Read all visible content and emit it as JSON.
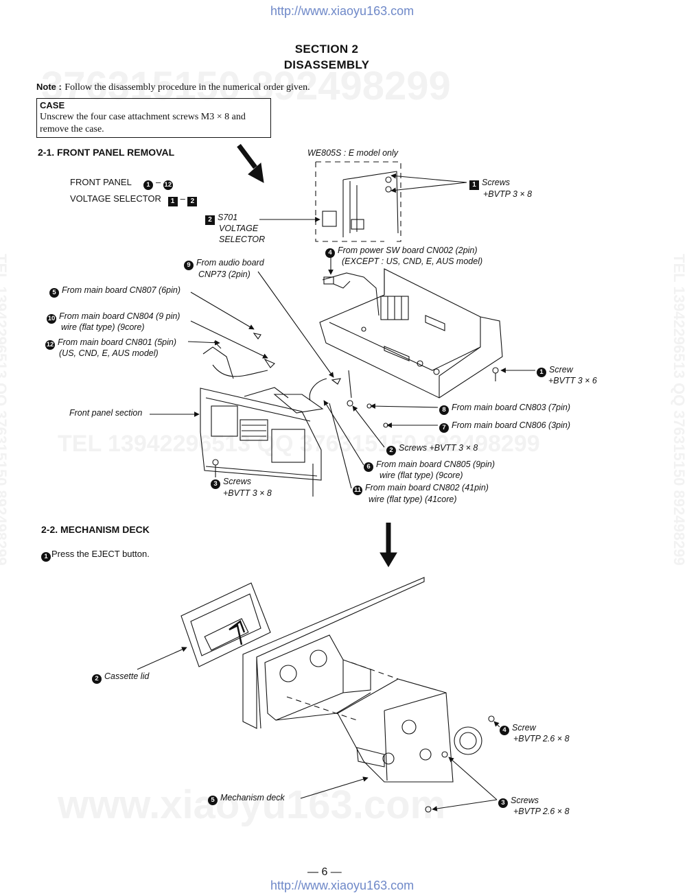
{
  "header_url": "http://www.xiaoyu163.com",
  "footer_url": "http://www.xiaoyu163.com",
  "section": {
    "line1": "SECTION 2",
    "line2": "DISASSEMBLY"
  },
  "note": {
    "label": "Note :",
    "text": "Follow the disassembly procedure in the numerical order given."
  },
  "case": {
    "heading": "CASE",
    "line1": "Unscrew the four case attachment screws M3 × 8 and",
    "line2": "remove the case."
  },
  "watermarks": {
    "top": "376315150   892498299",
    "mid": "TEL 13942296513  QQ 376315150  892498299",
    "side": "TEL 13942296513  QQ 376315150  892498299",
    "bottom": "www.xiaoyu163.com"
  },
  "front_panel": {
    "heading": "2-1. FRONT PANEL REMOVAL",
    "order1_label": "FRONT PANEL",
    "order1_a": "1",
    "order1_dash": "–",
    "order1_b": "12",
    "order2_label": "VOLTAGE SELECTOR",
    "order2_a": "1",
    "order2_dash": "–",
    "order2_b": "2",
    "model_note": "WE805S : E model only",
    "callouts": {
      "c_sq1_num": "1",
      "c_sq1_l1": "Screws",
      "c_sq1_l2": "+BVTP 3 × 8",
      "c_sq2_num": "2",
      "c_sq2_l1": "S701",
      "c_sq2_l2": "VOLTAGE",
      "c_sq2_l3": "SELECTOR",
      "c4_num": "4",
      "c4_l1": "From power SW board CN002 (2pin)",
      "c4_l2": "(EXCEPT : US, CND, E, AUS model)",
      "c9_num": "9",
      "c9_l1": "From audio board",
      "c9_l2": "CNP73 (2pin)",
      "c5_num": "5",
      "c5_l1": "From main board CN807 (6pin)",
      "c10_num": "10",
      "c10_l1": "From main board CN804 (9 pin)",
      "c10_l2": "wire (flat type) (9core)",
      "c12_num": "12",
      "c12_l1": "From main board CN801 (5pin)",
      "c12_l2": "(US, CND, E, AUS model)",
      "c1_num": "1",
      "c1_l1": "Screw",
      "c1_l2": "+BVTT 3 × 6",
      "c8_num": "8",
      "c8_l1": "From main board CN803 (7pin)",
      "c7_num": "7",
      "c7_l1": "From main board CN806 (3pin)",
      "front_section": "Front panel section",
      "c2_num": "2",
      "c2_l1": "Screws +BVTT 3 × 8",
      "c6_num": "6",
      "c6_l1": "From main board CN805 (9pin)",
      "c6_l2": "wire (flat type) (9core)",
      "c3_num": "3",
      "c3_l1": "Screws",
      "c3_l2": "+BVTT 3 × 8",
      "c11_num": "11",
      "c11_l1": "From main board CN802 (41pin)",
      "c11_l2": "wire (flat type) (41core)"
    }
  },
  "mech_deck": {
    "heading": "2-2. MECHANISM DECK",
    "step1_num": "1",
    "step1_text": "Press the EJECT button.",
    "c2_num": "2",
    "c2_l1": "Cassette lid",
    "c4_num": "4",
    "c4_l1": "Screw",
    "c4_l2": "+BVTP 2.6 × 8",
    "c5_num": "5",
    "c5_l1": "Mechanism deck",
    "c3_num": "3",
    "c3_l1": "Screws",
    "c3_l2": "+BVTP 2.6 × 8"
  },
  "page_number": "— 6 —"
}
